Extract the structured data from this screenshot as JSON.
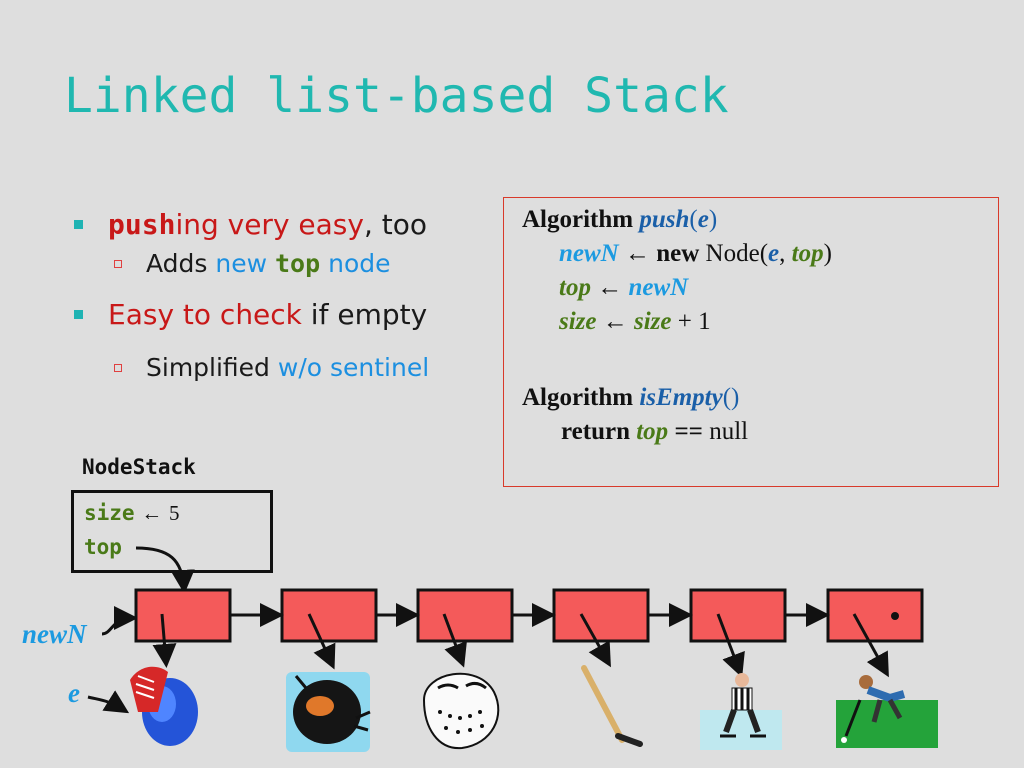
{
  "slide": {
    "title": "Linked list-based Stack"
  },
  "bullets": {
    "b1": {
      "push": "push",
      "ing": "ing very easy",
      "too": ", too"
    },
    "b1_sub": {
      "adds": "Adds ",
      "new": "new ",
      "top": "top",
      "node": " node"
    },
    "b2": {
      "easy": "Easy to check",
      "ifempty": " if empty"
    },
    "b2_sub": {
      "simplified": "Simplified ",
      "wo": "w/o sentinel"
    }
  },
  "algorithm": {
    "push_kw": "Algorithm ",
    "push_name": "push",
    "push_open": "(",
    "push_param": "e",
    "push_close": ")",
    "l1_newN": "newN",
    "l1_arrow": " ← ",
    "l1_new": "new",
    "l1_node": " Node(",
    "l1_e": "e",
    "l1_comma": ", ",
    "l1_top": "top",
    "l1_close": ")",
    "l2_top": "top",
    "l2_arrow": " ← ",
    "l2_newN": "newN",
    "l3_size": "size",
    "l3_arrow": " ← ",
    "l3_size2": "size",
    "l3_plus": " + 1",
    "empty_kw": "Algorithm ",
    "empty_name": "isEmpty",
    "empty_parens": "()",
    "l4_return": "return ",
    "l4_top": "top",
    "l4_eq": " == ",
    "l4_null": "null"
  },
  "nodestack": {
    "label": "NodeStack",
    "size_field": "size",
    "size_arrow": "←",
    "size_value": "5",
    "top_field": "top"
  },
  "vars": {
    "newN": "newN",
    "e": "e"
  },
  "colors": {
    "node_fill": "#f45a5a",
    "title": "#20b8b0",
    "algo_border": "#d83a2a"
  },
  "icons": [
    "boxing-glove-icon",
    "hockey-puck-icon",
    "goalie-mask-icon",
    "hockey-stick-icon",
    "referee-icon",
    "field-hockey-player-icon"
  ]
}
